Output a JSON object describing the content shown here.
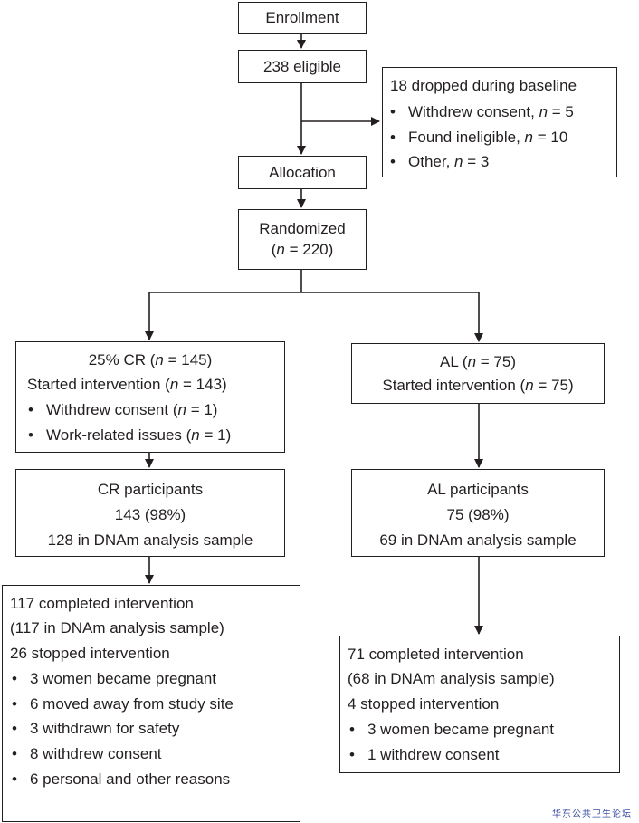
{
  "enrollment": {
    "title": "Enrollment"
  },
  "eligible": {
    "title": "238 eligible"
  },
  "dropped": {
    "title": "18 dropped during baseline",
    "items": [
      {
        "text": "Withdrew consent, ",
        "n": "n",
        "value": " = 5"
      },
      {
        "text": "Found ineligible, ",
        "n": "n",
        "value": " = 10"
      },
      {
        "text": "Other, ",
        "n": "n",
        "value": " = 3"
      }
    ]
  },
  "allocation": {
    "title": "Allocation"
  },
  "randomized": {
    "title": "Randomized",
    "n": "n",
    "value": " = 220)",
    "open": "("
  },
  "cr_arm": {
    "title_pre": "25% CR (",
    "n": "n",
    "title_post": " = 145)",
    "started_pre": "Started intervention (",
    "started_post": " = 143)",
    "items": [
      {
        "text": "Withdrew consent (",
        "n": "n",
        "value": " = 1)"
      },
      {
        "text": "Work-related issues (",
        "n": "n",
        "value": " = 1)"
      }
    ]
  },
  "al_arm": {
    "title_pre": "AL (",
    "n": "n",
    "title_post": " = 75)",
    "started_pre": "Started intervention (",
    "started_post": " = 75)"
  },
  "cr_participants": {
    "title": "CR participants",
    "count": "143 (98%)",
    "dnam": "128 in DNAm analysis sample"
  },
  "al_participants": {
    "title": "AL participants",
    "count": "75 (98%)",
    "dnam": "69 in DNAm analysis sample"
  },
  "cr_outcome": {
    "completed": "117 completed intervention",
    "completed_dnam": "(117 in DNAm analysis sample)",
    "stopped": "26 stopped intervention",
    "items": [
      "3 women became pregnant",
      "6 moved away from study site",
      "3 withdrawn for safety",
      "8 withdrew consent",
      "6 personal and other reasons"
    ]
  },
  "al_outcome": {
    "completed": "71 completed intervention",
    "completed_dnam": "(68 in DNAm analysis sample)",
    "stopped": "4 stopped intervention",
    "items": [
      "3 women became pregnant",
      "1 withdrew consent"
    ]
  },
  "watermark": "华东公共卫生论坛"
}
